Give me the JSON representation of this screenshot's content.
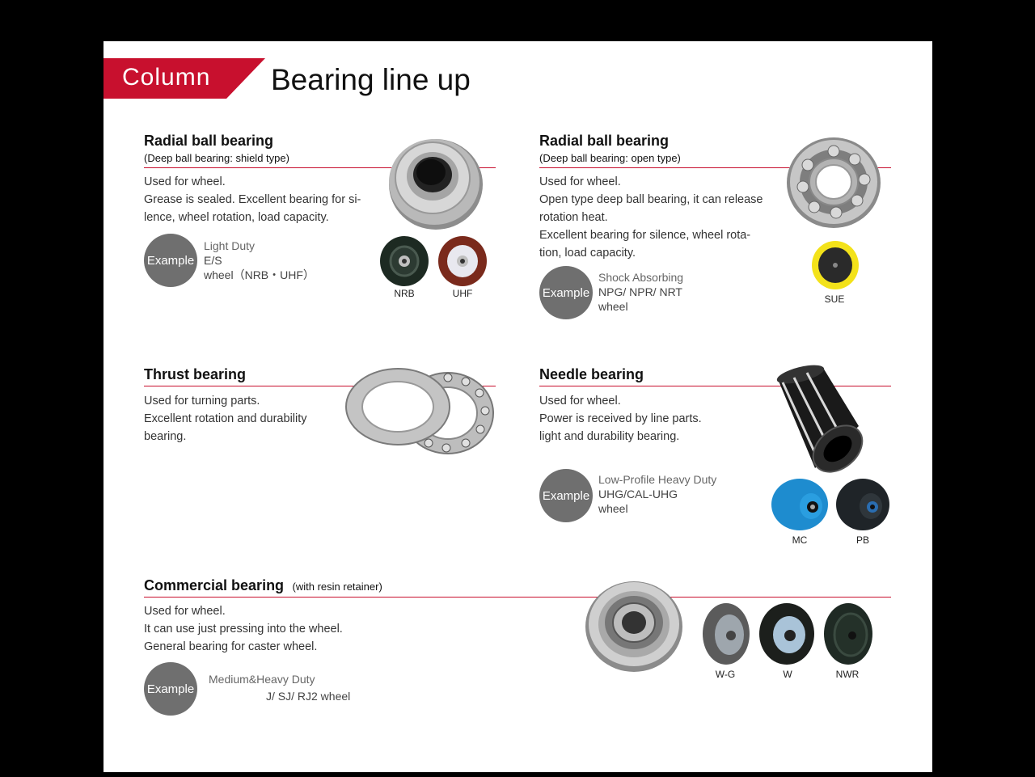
{
  "header": {
    "tag": "Column",
    "title": "Bearing line up"
  },
  "sections": {
    "radial_shield": {
      "title": "Radial ball bearing",
      "subtitle": "(Deep ball bearing: shield type)",
      "desc": [
        "Used for wheel.",
        "Grease is sealed. Excellent bearing for si-",
        "lence, wheel rotation, load capacity."
      ],
      "example_label": "Example",
      "example": [
        "Light Duty",
        "E/S",
        "wheel（NRB・UHF）"
      ],
      "wheels": [
        "NRB",
        "UHF"
      ]
    },
    "radial_open": {
      "title": "Radial ball bearing",
      "subtitle": "(Deep ball bearing: open type)",
      "desc": [
        "Used for wheel.",
        "Open type deep ball bearing, it can release",
        "rotation heat.",
        "Excellent bearing for silence, wheel rota-",
        "tion, load capacity."
      ],
      "example_label": "Example",
      "example": [
        "Shock Absorbing",
        "NPG/ NPR/ NRT",
        "wheel"
      ],
      "wheels": [
        "SUE"
      ]
    },
    "thrust": {
      "title": "Thrust bearing",
      "desc": [
        "Used for turning parts.",
        "Excellent rotation and durability",
        "bearing."
      ]
    },
    "needle": {
      "title": "Needle bearing",
      "desc": [
        "Used for wheel.",
        "Power is received by line parts.",
        "light and durability bearing."
      ],
      "example_label": "Example",
      "example": [
        "Low-Profile Heavy Duty",
        "UHG/CAL-UHG",
        "wheel"
      ],
      "wheels": [
        "MC",
        "PB"
      ]
    },
    "commercial": {
      "title": "Commercial bearing",
      "subtitle": "(with resin retainer)",
      "desc": [
        "Used for wheel.",
        "It can use just pressing into the wheel.",
        "General bearing for caster wheel."
      ],
      "example_label": "Example",
      "example": [
        "Medium&Heavy Duty",
        "J/ SJ/ RJ2 wheel"
      ],
      "wheels": [
        "W-G",
        "W",
        "NWR"
      ]
    }
  },
  "colors": {
    "accent": "#c8102e",
    "badge": "#6f6f6f",
    "page": "#000000",
    "sheet": "#ffffff"
  }
}
